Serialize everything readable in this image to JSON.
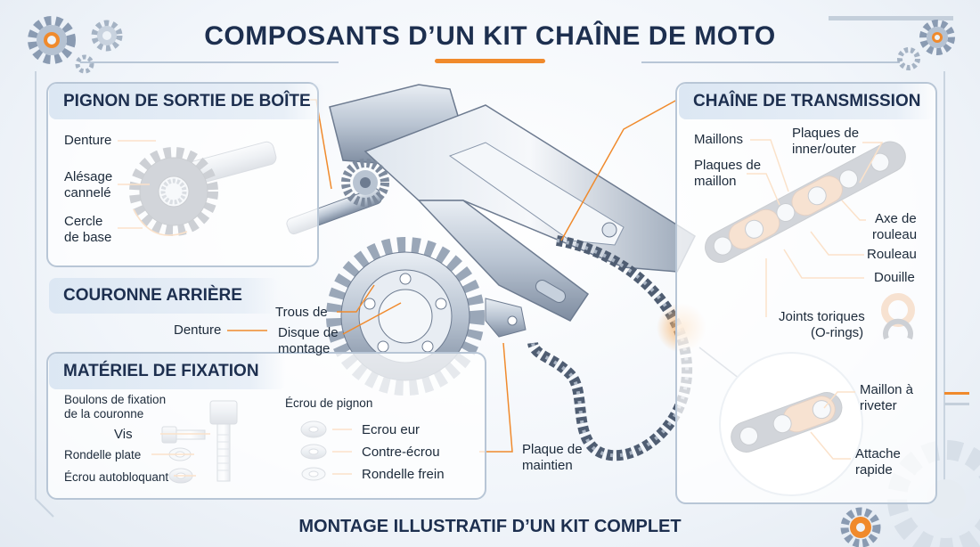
{
  "title": "COMPOSANTS D’UN KIT CHAÎNE DE MOTO",
  "footer": "MONTAGE ILLUSTRATIF D’UN KIT COMPLET",
  "colors": {
    "accent": "#f08a2c",
    "navy": "#1d2f4f",
    "steel": "#8d9bb0",
    "panel_header": "#dce7f3"
  },
  "pignon": {
    "header": "PIGNON DE SORTIE DE BOÎTE",
    "denture": "Denture",
    "alesage_l1": "Alésage",
    "alesage_l2": "cannelé",
    "cercle_l1": "Cercle",
    "cercle_l2": "de base"
  },
  "couronne": {
    "header": "COURONNE ARRIÈRE",
    "denture": "Denture",
    "trous": "Trous  de",
    "disque_l1": "Disque de",
    "disque_l2": "montage"
  },
  "materiel": {
    "header": "MATÉRIEL DE FIXATION",
    "boulons_l1": "Boulons de fixation",
    "boulons_l2": "de la couronne",
    "vis": "Vis",
    "rondelle_plate": "Rondelle plate",
    "ecrou_auto": "Écrou autobloquant",
    "ecrou_pignon": "Écrou de pignon",
    "ecrou_eur": "Ecrou eur",
    "contre_ecrou": "Contre-écrou",
    "rondelle_frein": "Rondelle frein"
  },
  "plaque": {
    "l1": "Plaque de",
    "l2": "maintien"
  },
  "chaine": {
    "header": "CHAÎNE DE TRANSMISSION",
    "maillons": "Maillons",
    "plaques_io_l1": "Plaques de",
    "plaques_io_l2": "inner/outer",
    "plaques_maillon_l1": "Plaques de",
    "plaques_maillon_l2": "maillon",
    "axe_l1": "Axe de",
    "axe_l2": "rouleau",
    "rouleau": "Rouleau",
    "douille": "Douille",
    "joints_l1": "Joints toriques",
    "joints_l2": "(O-rings)",
    "maillon_riveter_l1": "Maillon à",
    "maillon_riveter_l2": "riveter",
    "attache_l1": "Attache",
    "attache_l2": "rapide"
  }
}
